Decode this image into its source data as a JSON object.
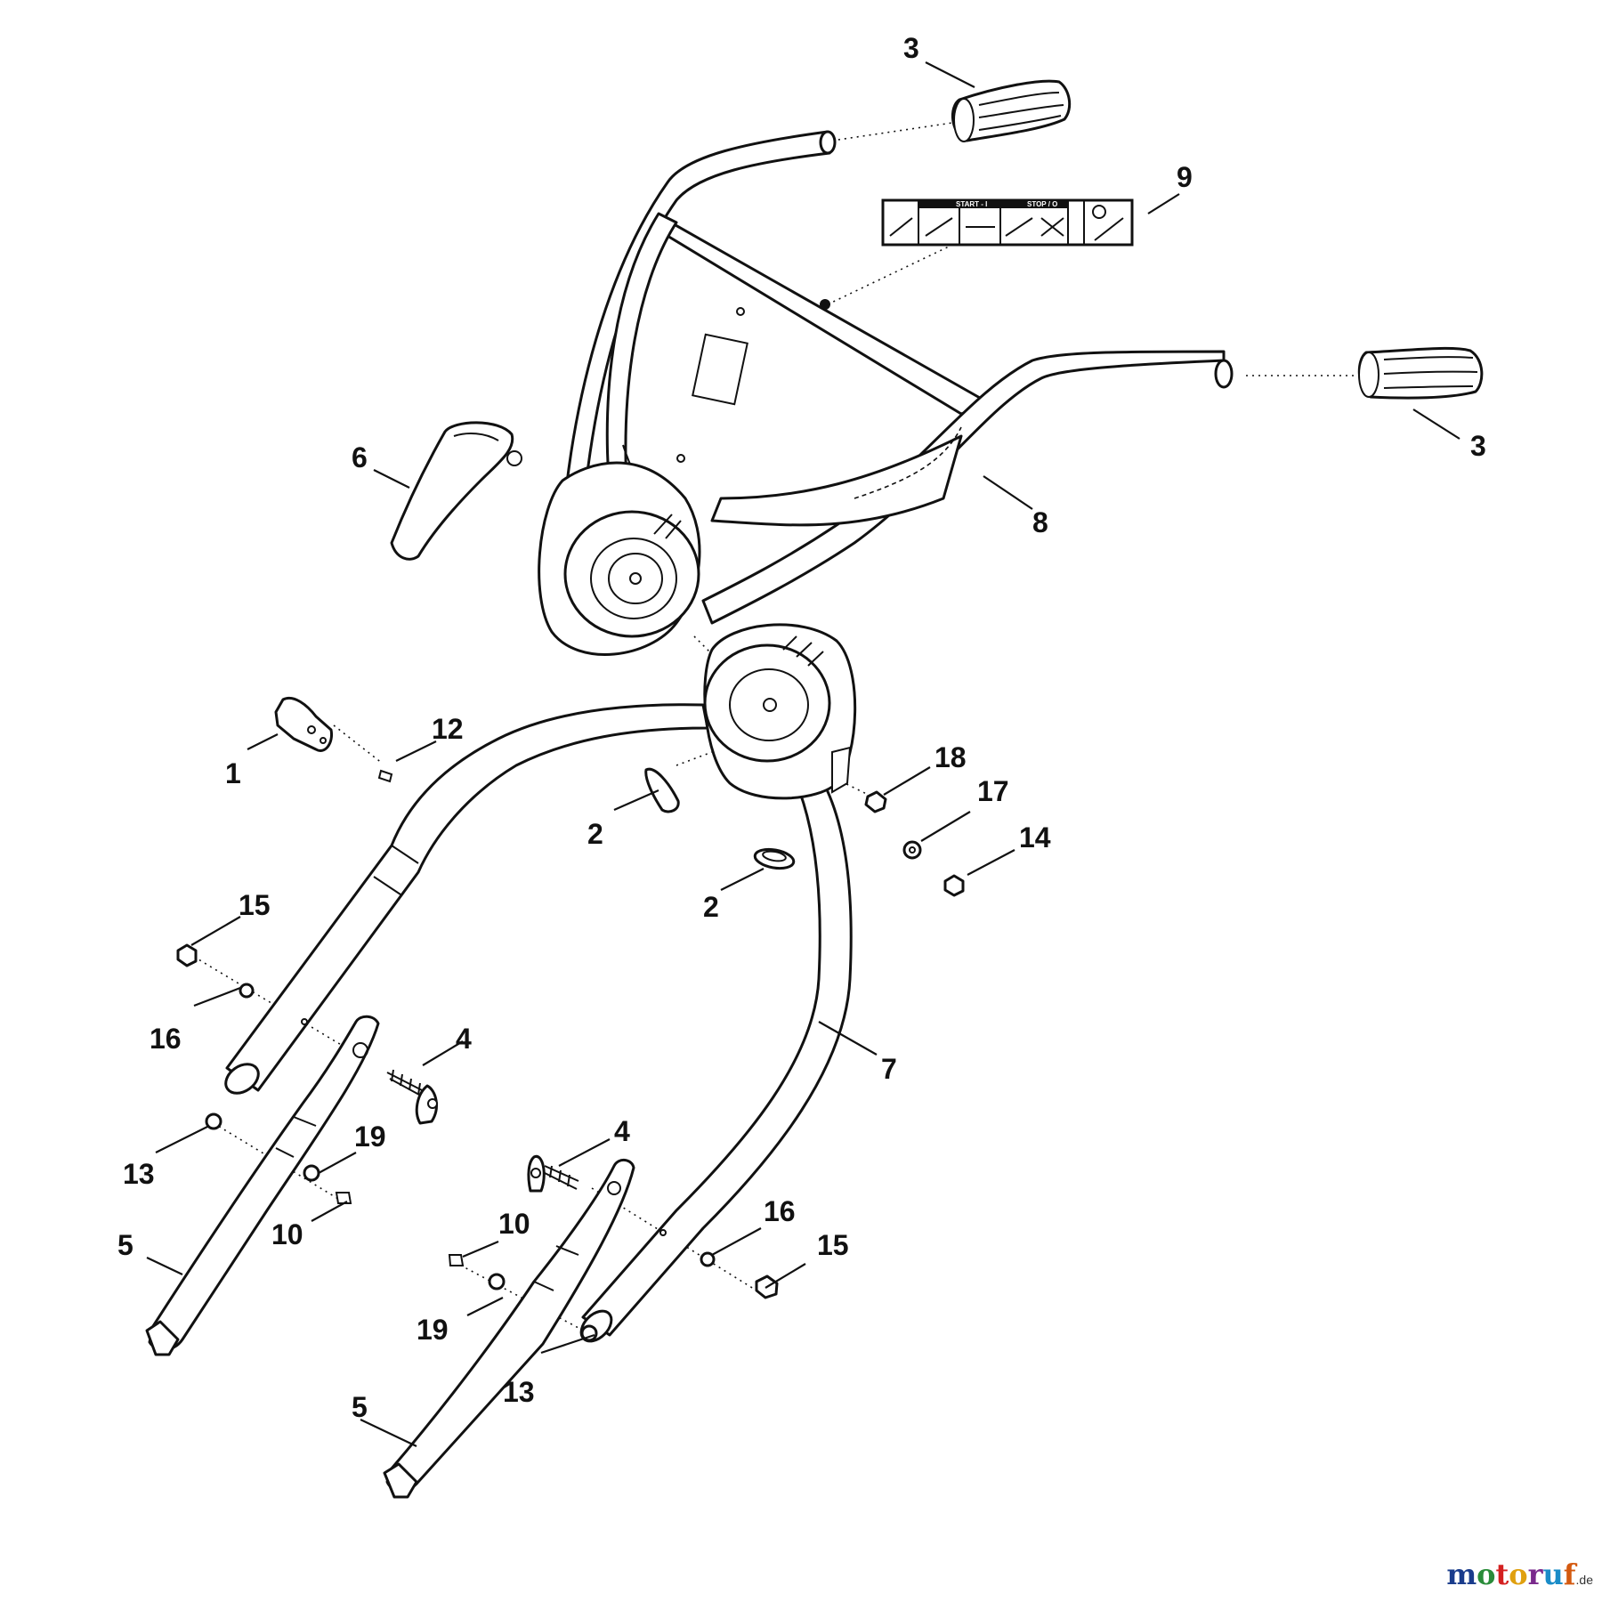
{
  "callouts": {
    "c3a": "3",
    "c3b": "3",
    "c9": "9",
    "c6": "6",
    "c8": "8",
    "c1": "1",
    "c12": "12",
    "c18": "18",
    "c17": "17",
    "c14": "14",
    "c2a": "2",
    "c2b": "2",
    "c15a": "15",
    "c16a": "16",
    "c4a": "4",
    "c7": "7",
    "c13a": "13",
    "c19a": "19",
    "c10a": "10",
    "c4b": "4",
    "c5a": "5",
    "c10b": "10",
    "c16b": "16",
    "c15b": "15",
    "c19b": "19",
    "c13b": "13",
    "c5b": "5"
  },
  "decal": {
    "start_label": "START - I",
    "stop_label": "STOP / O"
  },
  "watermark": {
    "letters": [
      "m",
      "o",
      "t",
      "o",
      "r",
      "u",
      "f"
    ],
    "suffix": ".de",
    "colors": [
      "#1a3c8c",
      "#2a8c3a",
      "#d42020",
      "#e0a010",
      "#7a2a8c",
      "#1a8cc8",
      "#d45a10"
    ]
  }
}
